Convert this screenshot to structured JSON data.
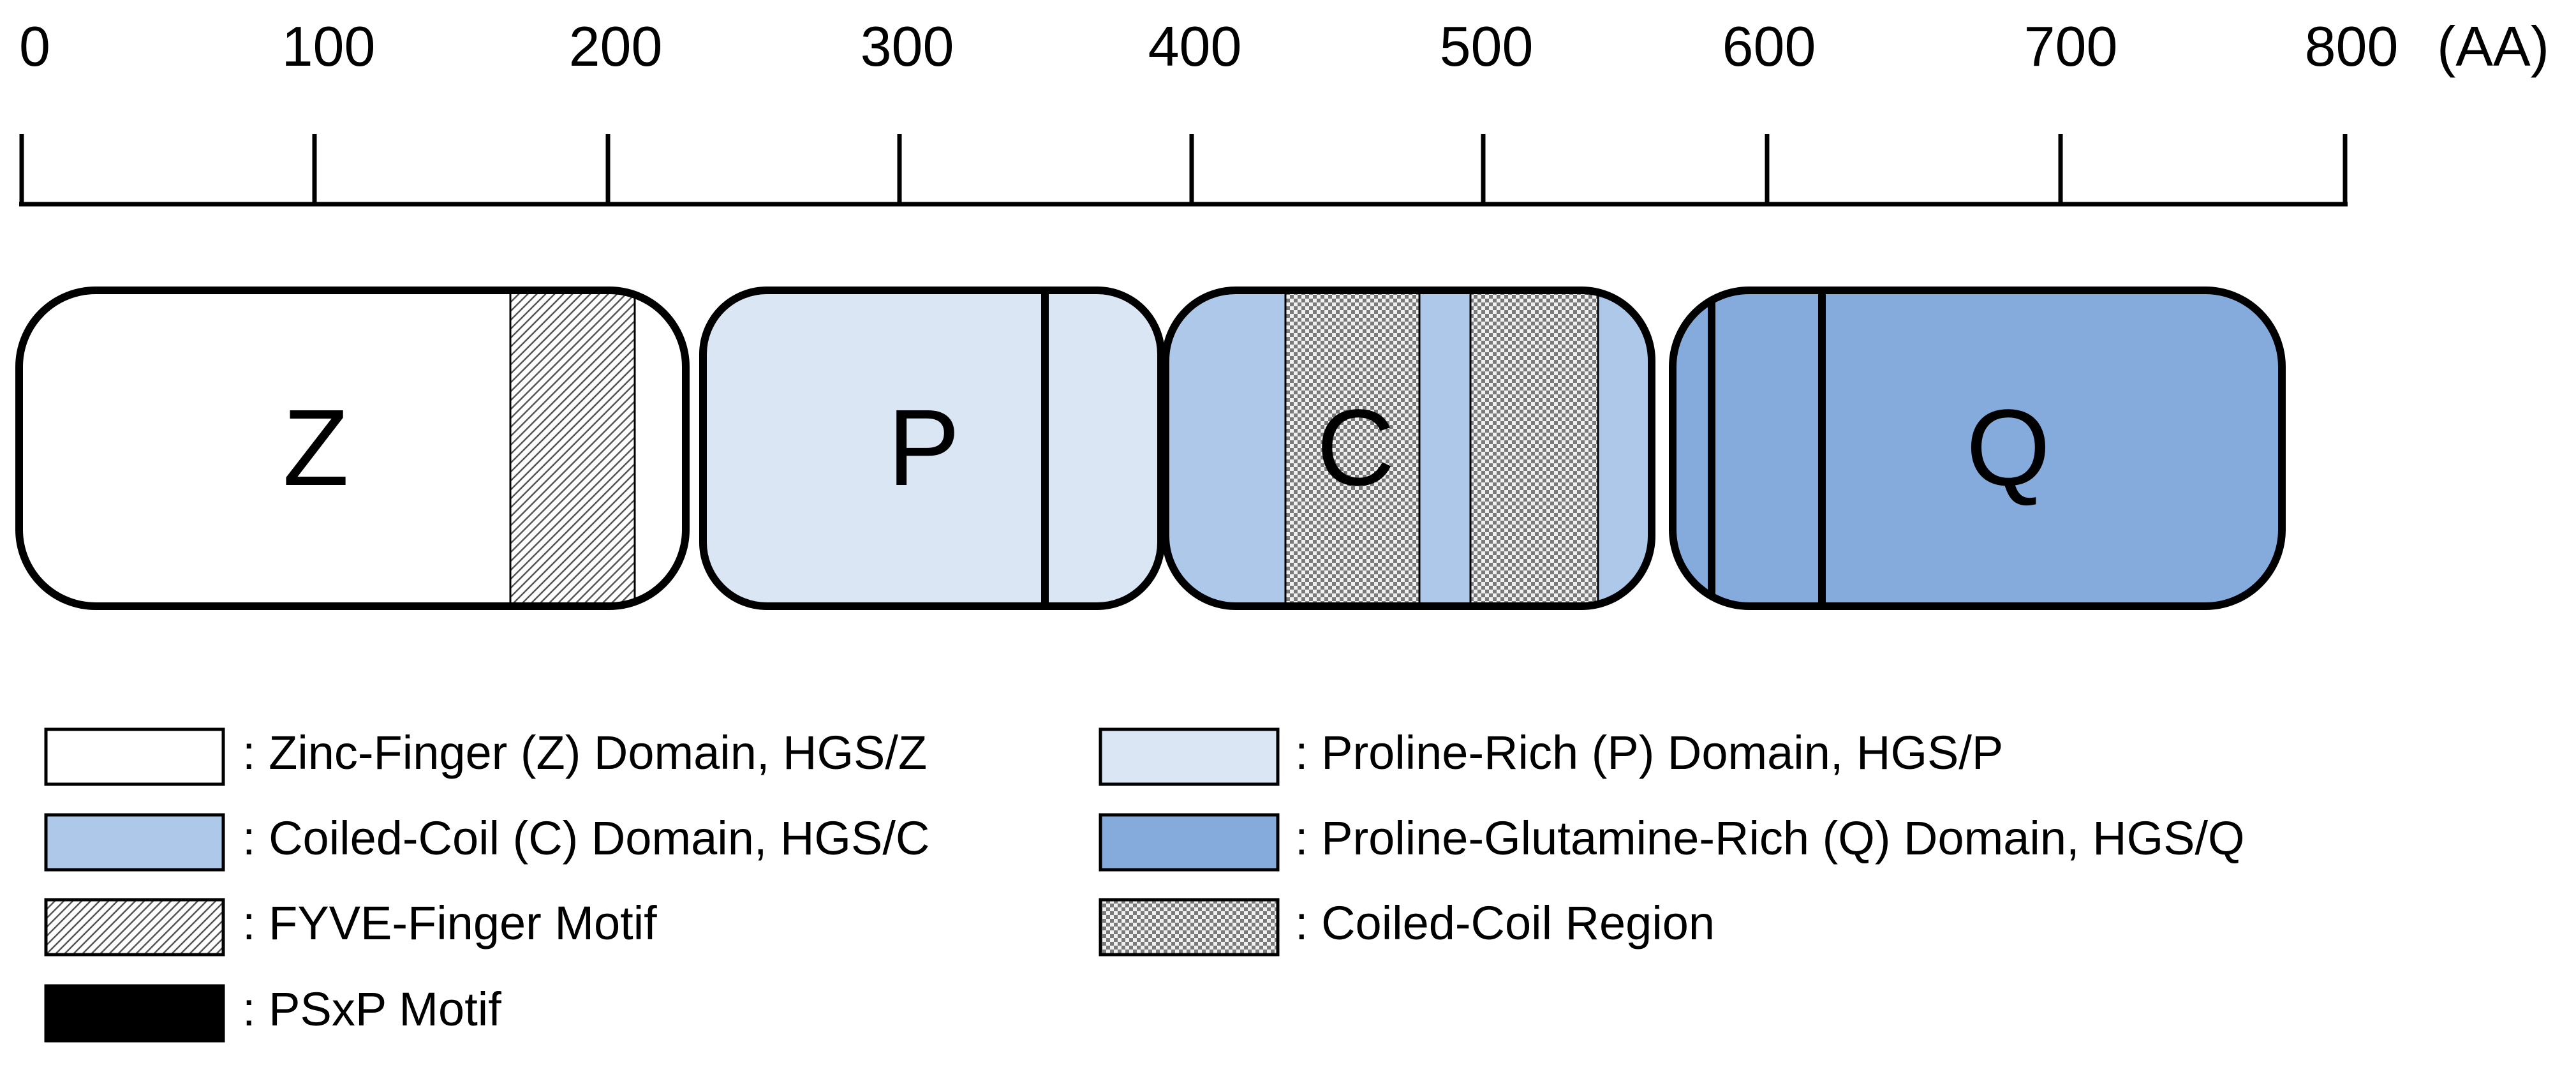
{
  "scale": {
    "ticks": [
      "0",
      "100",
      "200",
      "300",
      "400",
      "500",
      "600",
      "700",
      "800"
    ],
    "unit": "(AA)"
  },
  "domains": [
    {
      "letter": "Z",
      "fill": "#ffffff"
    },
    {
      "letter": "P",
      "fill": "#dae6f4"
    },
    {
      "letter": "C",
      "fill": "#adc8e9"
    },
    {
      "letter": "Q",
      "fill": "#84abdc"
    }
  ],
  "legend": [
    {
      "label": ": Zinc-Finger (Z) Domain, HGS/Z",
      "swatch": "white"
    },
    {
      "label": ": Proline-Rich (P) Domain, HGS/P",
      "swatch": "light-blue"
    },
    {
      "label": ": Coiled-Coil (C) Domain, HGS/C",
      "swatch": "medium-blue"
    },
    {
      "label": ": Proline-Glutamine-Rich (Q) Domain, HGS/Q",
      "swatch": "dark-blue"
    },
    {
      "label": ": FYVE-Finger Motif",
      "swatch": "diagonal-hatch"
    },
    {
      "label": ": Coiled-Coil Region",
      "swatch": "checker"
    },
    {
      "label": ": PSxP Motif",
      "swatch": "black"
    }
  ],
  "colors": {
    "white": "#ffffff",
    "light_blue": "#dae6f4",
    "medium_blue": "#adc8e9",
    "dark_blue": "#84abdc",
    "outline": "#000000"
  }
}
